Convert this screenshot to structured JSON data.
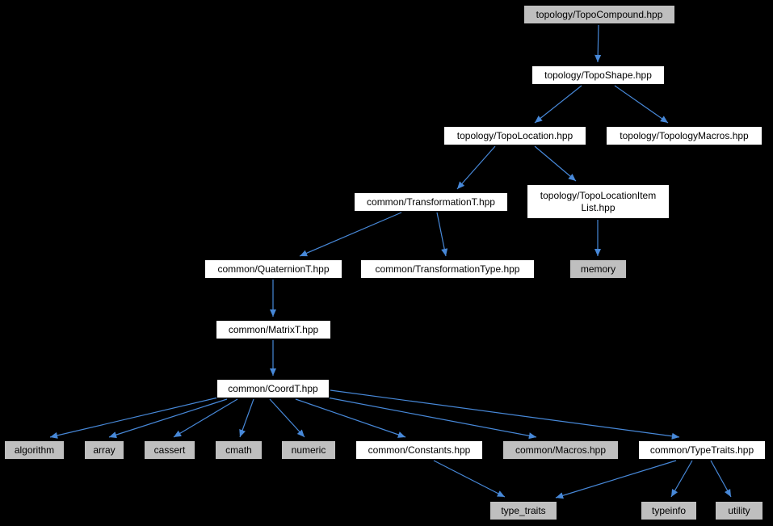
{
  "diagram": {
    "type": "include-dependency-graph",
    "colors": {
      "background": "#000000",
      "edge": "#4788d8",
      "node_fill": "#ffffff",
      "node_fill_muted": "#bfbfbf",
      "node_text": "#000000",
      "node_border": "#000000"
    },
    "nodes": [
      {
        "id": "topocompound",
        "label": "topology/TopoCompound.hpp",
        "variant": "gray"
      },
      {
        "id": "toposhape",
        "label": "topology/TopoShape.hpp",
        "variant": "white"
      },
      {
        "id": "topolocation",
        "label": "topology/TopoLocation.hpp",
        "variant": "white"
      },
      {
        "id": "topologymacros",
        "label": "topology/TopologyMacros.hpp",
        "variant": "white"
      },
      {
        "id": "transformationt",
        "label": "common/TransformationT.hpp",
        "variant": "white"
      },
      {
        "id": "topolocationitemlist",
        "label": "topology/TopoLocationItem List.hpp",
        "variant": "white"
      },
      {
        "id": "quaterniont",
        "label": "common/QuaternionT.hpp",
        "variant": "white"
      },
      {
        "id": "transformationtype",
        "label": "common/TransformationType.hpp",
        "variant": "white"
      },
      {
        "id": "memory",
        "label": "memory",
        "variant": "gray"
      },
      {
        "id": "matrixt",
        "label": "common/MatrixT.hpp",
        "variant": "white"
      },
      {
        "id": "coordt",
        "label": "common/CoordT.hpp",
        "variant": "white"
      },
      {
        "id": "algorithm",
        "label": "algorithm",
        "variant": "gray"
      },
      {
        "id": "array",
        "label": "array",
        "variant": "gray"
      },
      {
        "id": "cassert",
        "label": "cassert",
        "variant": "gray"
      },
      {
        "id": "cmath",
        "label": "cmath",
        "variant": "gray"
      },
      {
        "id": "numeric",
        "label": "numeric",
        "variant": "gray"
      },
      {
        "id": "constants",
        "label": "common/Constants.hpp",
        "variant": "white"
      },
      {
        "id": "macros",
        "label": "common/Macros.hpp",
        "variant": "gray"
      },
      {
        "id": "typetraitshpp",
        "label": "common/TypeTraits.hpp",
        "variant": "white"
      },
      {
        "id": "type_traits",
        "label": "type_traits",
        "variant": "gray"
      },
      {
        "id": "typeinfo",
        "label": "typeinfo",
        "variant": "gray"
      },
      {
        "id": "utility",
        "label": "utility",
        "variant": "gray"
      }
    ],
    "edges": [
      {
        "from": "topology/TopoCompound.hpp",
        "to": "topology/TopoShape.hpp"
      },
      {
        "from": "topology/TopoShape.hpp",
        "to": "topology/TopoLocation.hpp"
      },
      {
        "from": "topology/TopoShape.hpp",
        "to": "topology/TopologyMacros.hpp"
      },
      {
        "from": "topology/TopoLocation.hpp",
        "to": "common/TransformationT.hpp"
      },
      {
        "from": "topology/TopoLocation.hpp",
        "to": "topology/TopoLocationItemList.hpp"
      },
      {
        "from": "common/TransformationT.hpp",
        "to": "common/QuaternionT.hpp"
      },
      {
        "from": "common/TransformationT.hpp",
        "to": "common/TransformationType.hpp"
      },
      {
        "from": "topology/TopoLocationItemList.hpp",
        "to": "memory"
      },
      {
        "from": "common/QuaternionT.hpp",
        "to": "common/MatrixT.hpp"
      },
      {
        "from": "common/MatrixT.hpp",
        "to": "common/CoordT.hpp"
      },
      {
        "from": "common/CoordT.hpp",
        "to": "algorithm"
      },
      {
        "from": "common/CoordT.hpp",
        "to": "array"
      },
      {
        "from": "common/CoordT.hpp",
        "to": "cassert"
      },
      {
        "from": "common/CoordT.hpp",
        "to": "cmath"
      },
      {
        "from": "common/CoordT.hpp",
        "to": "numeric"
      },
      {
        "from": "common/CoordT.hpp",
        "to": "common/Constants.hpp"
      },
      {
        "from": "common/CoordT.hpp",
        "to": "common/Macros.hpp"
      },
      {
        "from": "common/CoordT.hpp",
        "to": "common/TypeTraits.hpp"
      },
      {
        "from": "common/Constants.hpp",
        "to": "type_traits"
      },
      {
        "from": "common/TypeTraits.hpp",
        "to": "type_traits"
      },
      {
        "from": "common/TypeTraits.hpp",
        "to": "typeinfo"
      },
      {
        "from": "common/TypeTraits.hpp",
        "to": "utility"
      }
    ]
  }
}
